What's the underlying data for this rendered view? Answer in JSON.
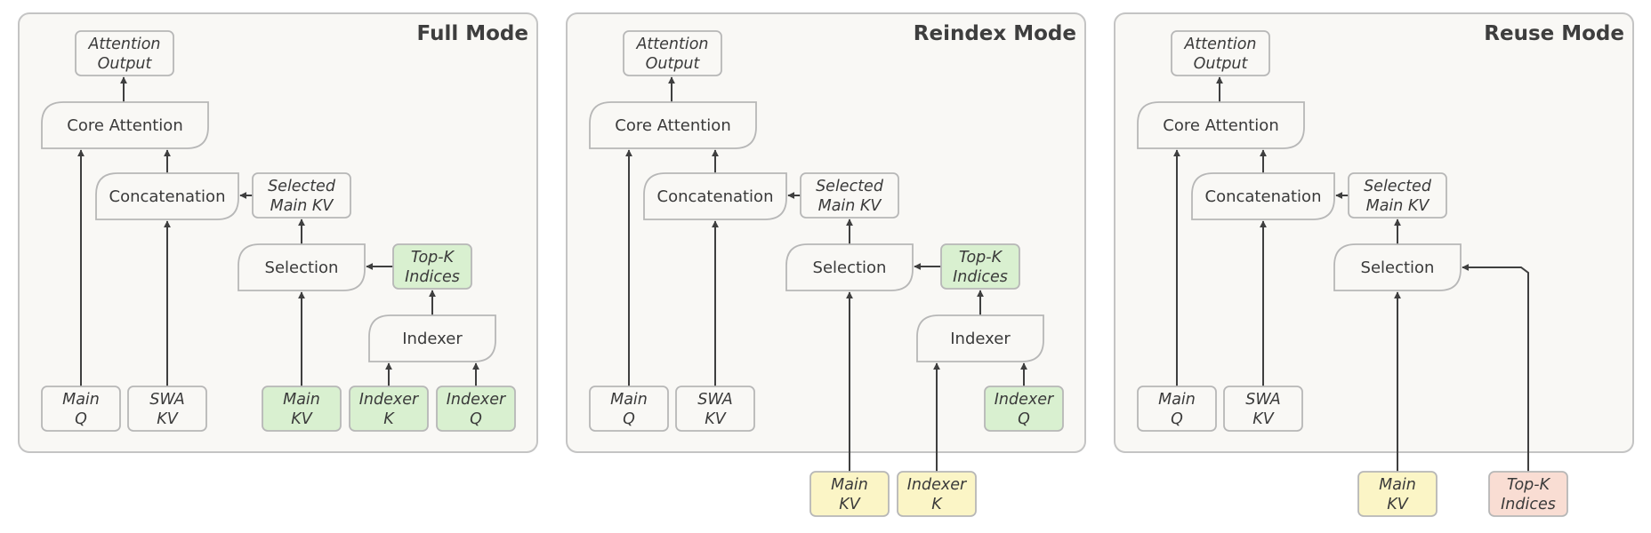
{
  "colors": {
    "neutral": "#f9f8f5",
    "green": "#d9f0d0",
    "yellow": "#fbf5c6",
    "pink": "#f9ddd3",
    "edge": "#3f3f3f",
    "border": "#b7b7b7"
  },
  "panels": [
    {
      "title": "Full Mode",
      "nodes": [
        {
          "id": "out",
          "kind": "data",
          "lines": [
            "Attention",
            "Output"
          ]
        },
        {
          "id": "core",
          "kind": "op",
          "lines": [
            "Core Attention"
          ]
        },
        {
          "id": "concat",
          "kind": "op",
          "lines": [
            "Concatenation"
          ]
        },
        {
          "id": "sel_kv",
          "kind": "data",
          "lines": [
            "Selected",
            "Main KV"
          ]
        },
        {
          "id": "select",
          "kind": "op",
          "lines": [
            "Selection"
          ]
        },
        {
          "id": "topk",
          "kind": "data",
          "color": "green",
          "lines": [
            "Top-K",
            "Indices"
          ]
        },
        {
          "id": "indexer",
          "kind": "op",
          "lines": [
            "Indexer"
          ]
        },
        {
          "id": "main_q",
          "kind": "data",
          "lines": [
            "Main",
            "Q"
          ]
        },
        {
          "id": "swa_kv",
          "kind": "data",
          "lines": [
            "SWA",
            "KV"
          ]
        },
        {
          "id": "main_kv",
          "kind": "data",
          "color": "green",
          "lines": [
            "Main",
            "KV"
          ]
        },
        {
          "id": "idx_k",
          "kind": "data",
          "color": "green",
          "lines": [
            "Indexer",
            "K"
          ]
        },
        {
          "id": "idx_q",
          "kind": "data",
          "color": "green",
          "lines": [
            "Indexer",
            "Q"
          ]
        }
      ]
    },
    {
      "title": "Reindex Mode",
      "nodes": [
        {
          "id": "out",
          "kind": "data",
          "lines": [
            "Attention",
            "Output"
          ]
        },
        {
          "id": "core",
          "kind": "op",
          "lines": [
            "Core Attention"
          ]
        },
        {
          "id": "concat",
          "kind": "op",
          "lines": [
            "Concatenation"
          ]
        },
        {
          "id": "sel_kv",
          "kind": "data",
          "lines": [
            "Selected",
            "Main KV"
          ]
        },
        {
          "id": "select",
          "kind": "op",
          "lines": [
            "Selection"
          ]
        },
        {
          "id": "topk",
          "kind": "data",
          "color": "green",
          "lines": [
            "Top-K",
            "Indices"
          ]
        },
        {
          "id": "indexer",
          "kind": "op",
          "lines": [
            "Indexer"
          ]
        },
        {
          "id": "main_q",
          "kind": "data",
          "lines": [
            "Main",
            "Q"
          ]
        },
        {
          "id": "swa_kv",
          "kind": "data",
          "lines": [
            "SWA",
            "KV"
          ]
        },
        {
          "id": "idx_q",
          "kind": "data",
          "color": "green",
          "lines": [
            "Indexer",
            "Q"
          ]
        },
        {
          "id": "main_kv_ext",
          "kind": "data",
          "color": "yellow",
          "lines": [
            "Main",
            "KV"
          ]
        },
        {
          "id": "idx_k_ext",
          "kind": "data",
          "color": "yellow",
          "lines": [
            "Indexer",
            "K"
          ]
        }
      ]
    },
    {
      "title": "Reuse Mode",
      "nodes": [
        {
          "id": "out",
          "kind": "data",
          "lines": [
            "Attention",
            "Output"
          ]
        },
        {
          "id": "core",
          "kind": "op",
          "lines": [
            "Core Attention"
          ]
        },
        {
          "id": "concat",
          "kind": "op",
          "lines": [
            "Concatenation"
          ]
        },
        {
          "id": "sel_kv",
          "kind": "data",
          "lines": [
            "Selected",
            "Main KV"
          ]
        },
        {
          "id": "select",
          "kind": "op",
          "lines": [
            "Selection"
          ]
        },
        {
          "id": "main_q",
          "kind": "data",
          "lines": [
            "Main",
            "Q"
          ]
        },
        {
          "id": "swa_kv",
          "kind": "data",
          "lines": [
            "SWA",
            "KV"
          ]
        },
        {
          "id": "main_kv_ext",
          "kind": "data",
          "color": "yellow",
          "lines": [
            "Main",
            "KV"
          ]
        },
        {
          "id": "topk_ext",
          "kind": "data",
          "color": "pink",
          "lines": [
            "Top-K",
            "Indices"
          ]
        }
      ]
    }
  ]
}
